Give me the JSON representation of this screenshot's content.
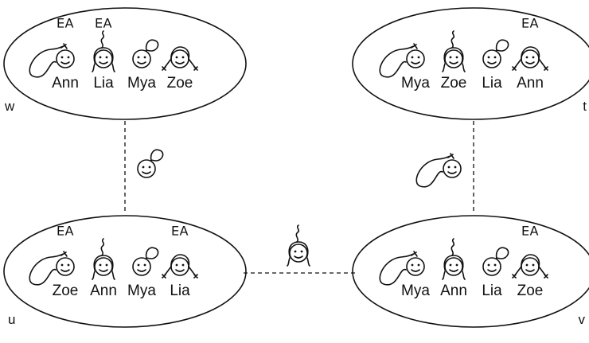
{
  "worlds": [
    {
      "label": "w",
      "people": [
        {
          "name": "Ann",
          "hair": "long-curl",
          "tag": "∀∃"
        },
        {
          "name": "Lia",
          "hair": "pigtails-spiky",
          "tag": "∀∃"
        },
        {
          "name": "Mya",
          "hair": "bun",
          "tag": ""
        },
        {
          "name": "Zoe",
          "hair": "side-tails",
          "tag": ""
        }
      ]
    },
    {
      "label": "t",
      "people": [
        {
          "name": "Mya",
          "hair": "long-curl",
          "tag": ""
        },
        {
          "name": "Zoe",
          "hair": "pigtails-spiky",
          "tag": ""
        },
        {
          "name": "Lia",
          "hair": "bun",
          "tag": ""
        },
        {
          "name": "Ann",
          "hair": "side-tails",
          "tag": "∀∃"
        }
      ]
    },
    {
      "label": "u",
      "people": [
        {
          "name": "Zoe",
          "hair": "long-curl",
          "tag": "∀∃"
        },
        {
          "name": "Ann",
          "hair": "pigtails-spiky",
          "tag": ""
        },
        {
          "name": "Mya",
          "hair": "bun",
          "tag": ""
        },
        {
          "name": "Lia",
          "hair": "side-tails",
          "tag": "∀∃"
        }
      ]
    },
    {
      "label": "v",
      "people": [
        {
          "name": "Mya",
          "hair": "long-curl",
          "tag": ""
        },
        {
          "name": "Ann",
          "hair": "pigtails-spiky",
          "tag": ""
        },
        {
          "name": "Lia",
          "hair": "bun",
          "tag": ""
        },
        {
          "name": "Zoe",
          "hair": "side-tails",
          "tag": "∀∃"
        }
      ]
    }
  ],
  "edges": [
    {
      "from": "w",
      "to": "u",
      "agent_hair": "bun"
    },
    {
      "from": "t",
      "to": "v",
      "agent_hair": "long-curl"
    },
    {
      "from": "u",
      "to": "v",
      "agent_hair": "pigtails-spiky"
    }
  ]
}
